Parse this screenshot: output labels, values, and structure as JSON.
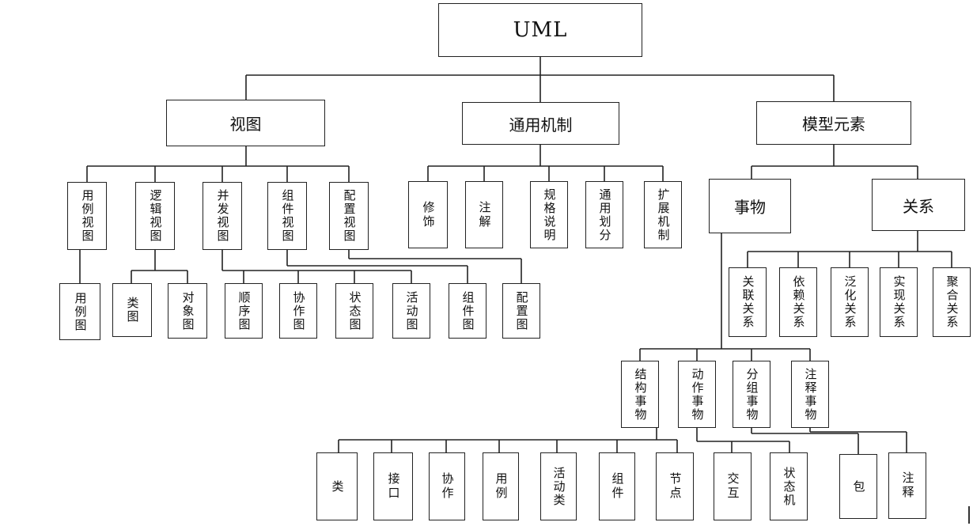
{
  "root": "UML",
  "categories": {
    "views": "视图",
    "mechanisms": "通用机制",
    "elements": "模型元素"
  },
  "views": [
    "用例视图",
    "逻辑视图",
    "并发视图",
    "组件视图",
    "配置视图"
  ],
  "diagrams": [
    "用例图",
    "类图",
    "对象图",
    "顺序图",
    "协作图",
    "状态图",
    "活动图",
    "组件图",
    "配置图"
  ],
  "mechanisms": [
    "修饰",
    "注解",
    "规格说明",
    "通用划分",
    "扩展机制"
  ],
  "element_kinds": {
    "things": "事物",
    "relations": "关系"
  },
  "relations": [
    "关联关系",
    "依赖关系",
    "泛化关系",
    "实现关系",
    "聚合关系"
  ],
  "thing_kinds": [
    "结构事物",
    "动作事物",
    "分组事物",
    "注释事物"
  ],
  "leaf_things": [
    "类",
    "接口",
    "协作",
    "用例",
    "活动类",
    "组件",
    "节点",
    "交互",
    "状态机",
    "包",
    "注释"
  ]
}
